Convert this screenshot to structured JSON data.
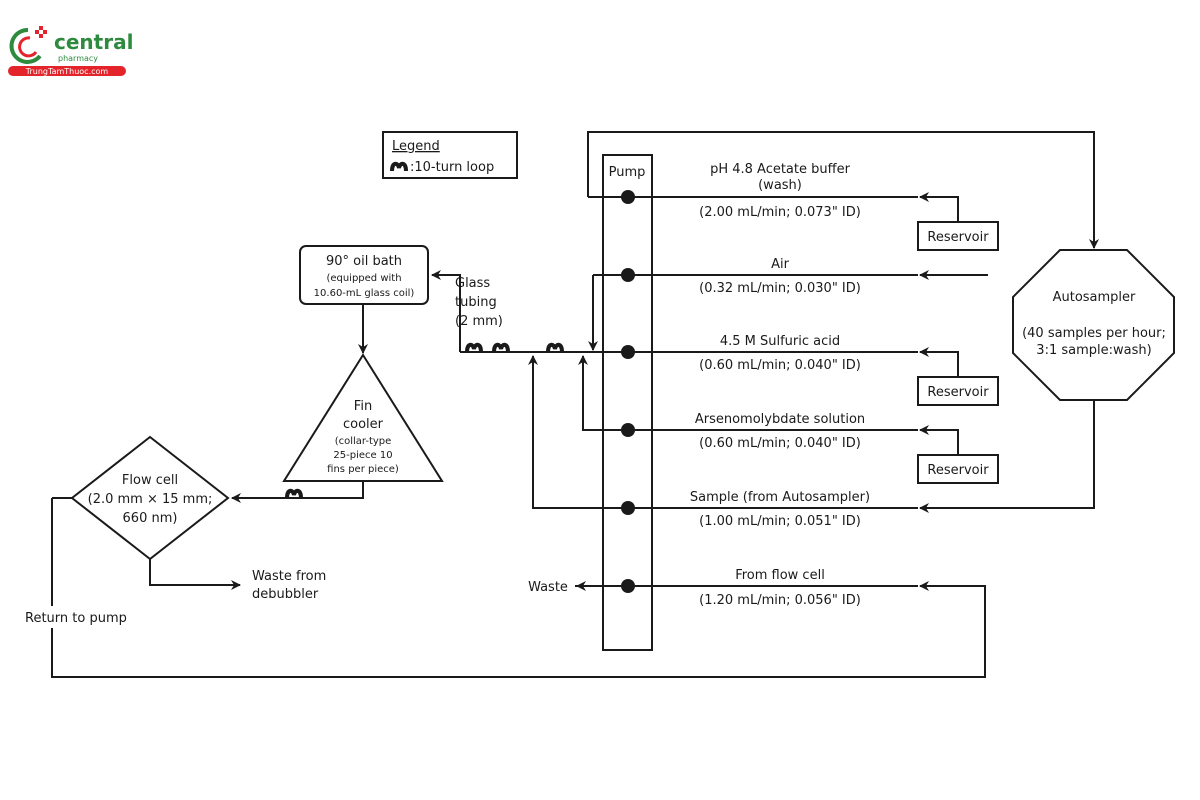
{
  "logo": {
    "brand": "central",
    "sub": "pharmacy",
    "site": "TrungTamThuoc.com",
    "colors": {
      "green": "#2e8b3e",
      "red": "#e3242b"
    }
  },
  "legend": {
    "title": "Legend",
    "loop_label": ":10-turn loop"
  },
  "pump": {
    "label": "Pump"
  },
  "channels": [
    {
      "name": "pH 4.8 Acetate buffer",
      "name2": "(wash)",
      "spec": "(2.00 mL/min; 0.073\" ID)",
      "source": "Reservoir"
    },
    {
      "name": "Air",
      "spec": "(0.32 mL/min; 0.030\" ID)"
    },
    {
      "name": "4.5 M Sulfuric acid",
      "spec": "(0.60 mL/min; 0.040\" ID)",
      "source": "Reservoir"
    },
    {
      "name": "Arsenomolybdate solution",
      "spec": "(0.60 mL/min; 0.040\" ID)",
      "source": "Reservoir"
    },
    {
      "name": "Sample (from Autosampler)",
      "spec": "(1.00 mL/min; 0.051\" ID)"
    },
    {
      "name": "From flow cell",
      "spec": "(1.20 mL/min; 0.056\" ID)"
    }
  ],
  "waste": "Waste",
  "autosampler": {
    "title": "Autosampler",
    "line1": "(40 samples per hour;",
    "line2": "3:1 sample:wash)"
  },
  "oil_bath": {
    "title": "90° oil bath",
    "line1": "(equipped with",
    "line2": "10.60-mL glass coil)"
  },
  "glass_tubing": [
    "Glass",
    "tubing",
    "(2 mm)"
  ],
  "fin_cooler": {
    "title1": "Fin",
    "title2": "cooler",
    "line1": "(collar-type",
    "line2": "25-piece 10",
    "line3": "fins per piece)"
  },
  "flow_cell": {
    "title": "Flow cell",
    "line1": "(2.0 mm × 15 mm;",
    "line2": "660 nm)"
  },
  "waste_debubbler": [
    "Waste from",
    "debubbler"
  ],
  "return_to_pump": "Return to pump"
}
